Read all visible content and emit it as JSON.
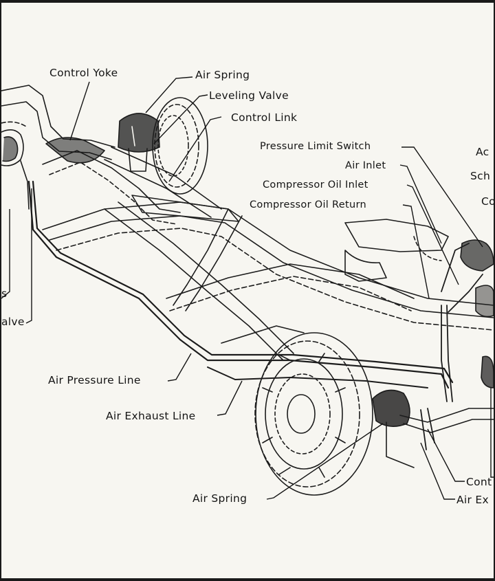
{
  "labels": {
    "control_yoke": "Control Yoke",
    "air_spring_top": "Air Spring",
    "leveling_valve": "Leveling Valve",
    "control_link": "Control Link",
    "pressure_limit_switch": "Pressure Limit Switch",
    "air_inlet": "Air Inlet",
    "compressor_oil_inlet": "Compressor Oil Inlet",
    "compressor_oil_return": "Compressor Oil Return",
    "accumulator_partial": "Ac",
    "schrader_partial": "Sch",
    "compressor_partial": "Co",
    "left_partial": "s",
    "left_valve_partial": "alve",
    "air_pressure_line": "Air Pressure Line",
    "air_exhaust_line": "Air Exhaust Line",
    "air_spring_bottom": "Air Spring",
    "control_partial_bottom": "Cont",
    "air_exhaust_partial_bottom": "Air Ex"
  },
  "colors": {
    "paper": "#f7f6f1",
    "ink": "#141414",
    "frame": "#1a1a1a"
  }
}
